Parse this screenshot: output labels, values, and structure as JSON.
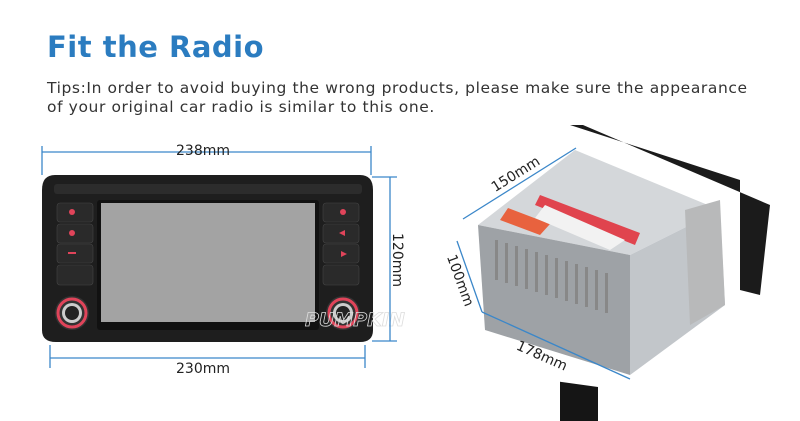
{
  "header": {
    "title": "Fit the Radio",
    "tips": "Tips:In order to avoid buying the wrong products, please make sure the appearance of your original car radio is similar to this one."
  },
  "front_view": {
    "width_top": "238mm",
    "width_bottom": "230mm",
    "height": "120mm",
    "watermark": "PUMPKIN"
  },
  "side_view": {
    "depth": "150mm",
    "height": "100mm",
    "width": "178mm"
  },
  "colors": {
    "title": "#2b7cc0",
    "dimension_line": "#3b87c9",
    "accent_red": "#e0445a"
  }
}
